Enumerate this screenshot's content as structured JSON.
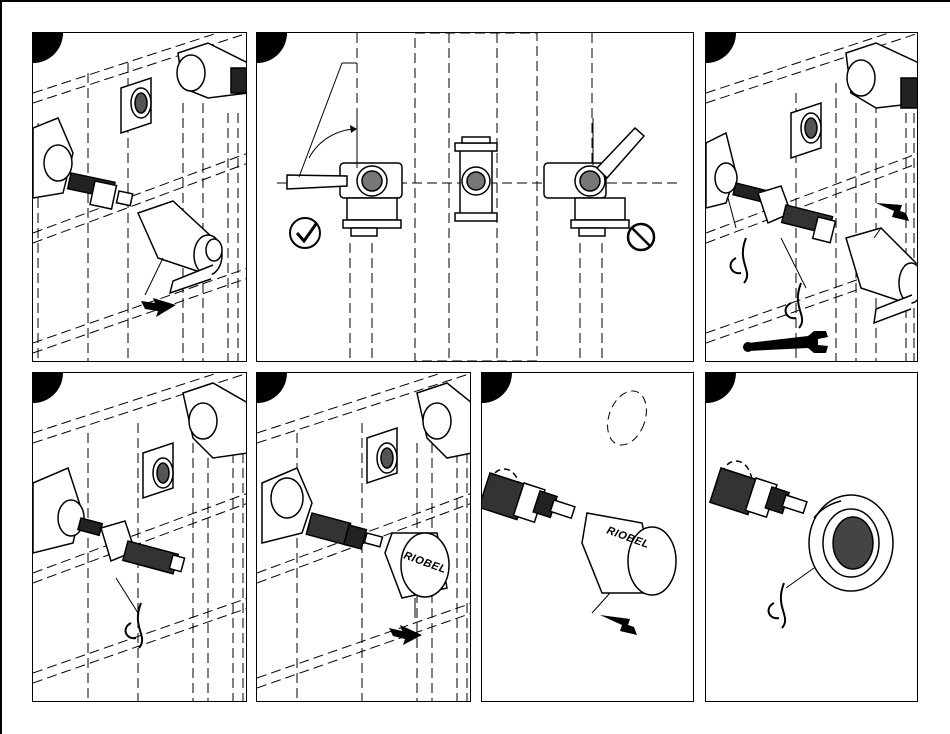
{
  "page": {
    "title": ""
  },
  "panels": [
    {
      "id": "p1",
      "step": "",
      "caption": ""
    },
    {
      "id": "p2",
      "step": "",
      "caption": ""
    },
    {
      "id": "p3",
      "step": "",
      "caption": ""
    },
    {
      "id": "p4",
      "step": "",
      "caption": ""
    },
    {
      "id": "p5",
      "step": "",
      "caption": ""
    },
    {
      "id": "p6",
      "step": "",
      "caption": ""
    },
    {
      "id": "p7",
      "step": "",
      "caption": ""
    }
  ],
  "labels": {
    "brand_cap_p5": "RIOBEL",
    "brand_cap_p6": "RIOBEL"
  },
  "icons": {
    "correct": "check-circle-icon",
    "incorrect": "prohibited-circle-icon",
    "rotate": "rotate-arrow-icon",
    "direction": "direction-arrow-icon",
    "tool": "wrench-icon"
  },
  "colors": {
    "ink": "#000000",
    "paper": "#ffffff",
    "knurl": "#333333"
  }
}
